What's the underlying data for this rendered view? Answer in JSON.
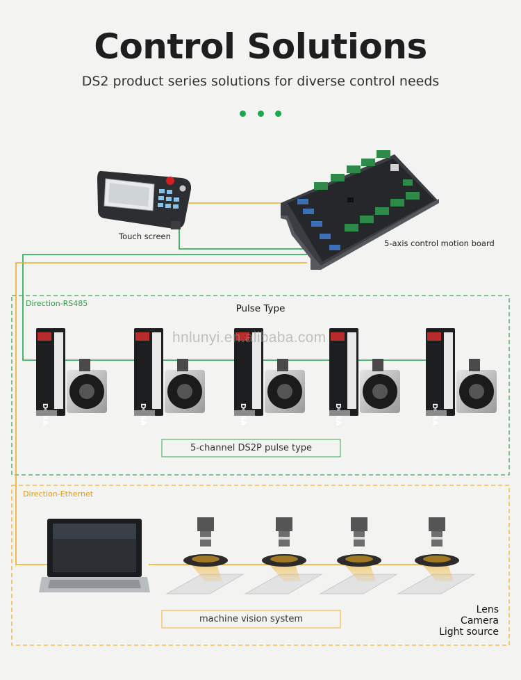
{
  "header": {
    "title": "Control Solutions",
    "subtitle": "DS2 product series solutions for diverse control needs"
  },
  "devices": {
    "touch_screen_label": "Touch screen",
    "motion_board_label": "5-axis control motion board",
    "driver_brand": "DORA"
  },
  "rs485_section": {
    "direction_label": "Direction-RS485",
    "heading": "Pulse Type",
    "caption": "5-channel DS2P pulse type"
  },
  "ethernet_section": {
    "direction_label": "Direction-Ethernet",
    "caption": "machine vision system"
  },
  "legend": [
    "Lens",
    "Camera",
    "Light source"
  ],
  "watermark": "hnlunyi.en.alibaba.com",
  "colors": {
    "green": "#1aa64a",
    "orange": "#f0ac1e",
    "rs485_box": "#3aa856",
    "ethernet_box": "#f0b233"
  }
}
